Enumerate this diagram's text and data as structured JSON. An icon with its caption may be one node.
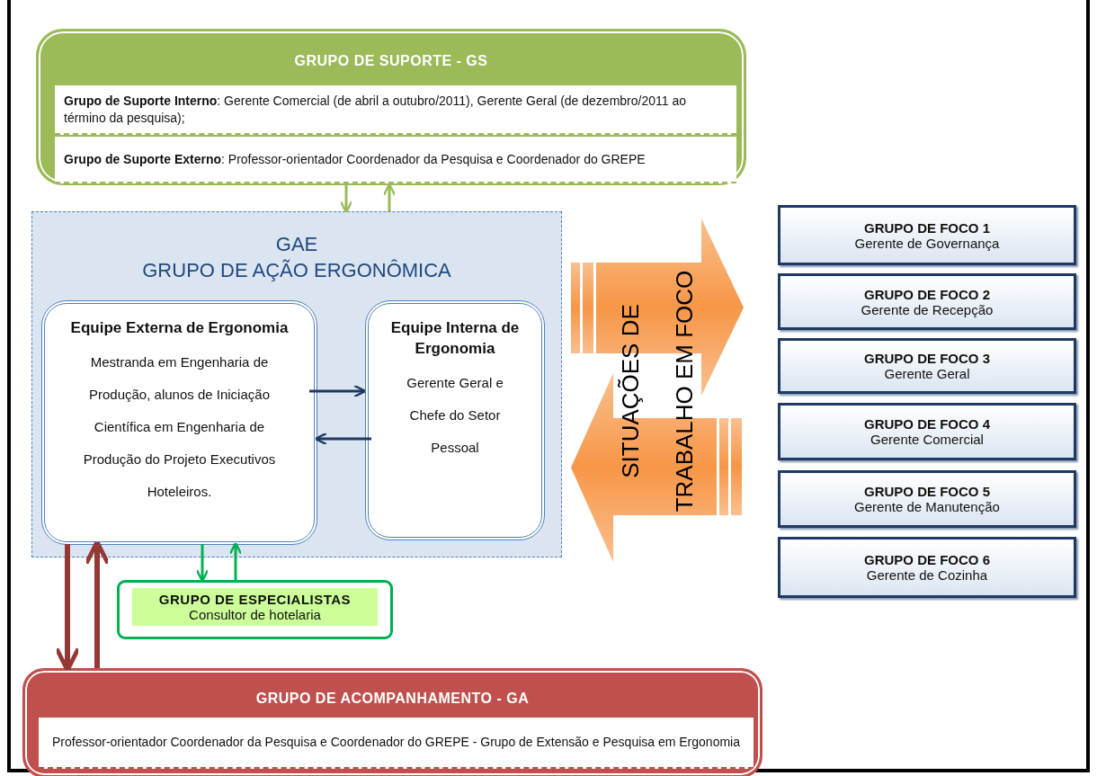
{
  "diagram": {
    "nodes": [
      {
        "text": [
          "GRUPO DE SUPORTE - GS"
        ]
      },
      {
        "text": [
          "**Grupo de Suporte Interno**: Gerente Comercial (de abril a outubro/2011), Gerente Geral (de dezembro/2011 ao término da pesquisa);"
        ],
        "in": 0
      },
      {
        "text": [
          "**Grupo de Suporte Externo**: Professor-orientador Coordenador da Pesquisa e Coordenador do GREPE"
        ],
        "in": 0
      },
      {
        "text": [
          "GAE",
          "GRUPO DE AÇÃO ERGONÔMICA"
        ]
      },
      {
        "text": [
          "Equipe Externa de Ergonomia",
          "Mestranda em Engenharia de Produção, alunos de Iniciação Científica em Engenharia de Produção do Projeto Executivos Hoteleiros."
        ],
        "in": 3
      },
      {
        "text": [
          "Equipe Interna de Ergonomia",
          "Gerente Geral e Chefe do Setor Pessoal"
        ],
        "in": 3
      },
      {
        "text": [
          "GRUPO DE ESPECIALISTAS",
          "Consultor de hotelaria"
        ]
      },
      {
        "text": [
          "GRUPO DE ACOMPANHAMENTO - GA"
        ]
      },
      {
        "text": [
          "Professor-orientador Coordenador da Pesquisa e Coordenador do GREPE - Grupo de Extensão e Pesquisa em Ergonomia"
        ],
        "in": 7
      },
      {
        "text": [
          "SITUAÇÕES DE TRABALHO EM FOCO"
        ]
      },
      {
        "text": [
          "GRUPO DE FOCO 1",
          "Gerente de Governança"
        ]
      },
      {
        "text": [
          "GRUPO DE FOCO 2",
          "Gerente de Recepção"
        ]
      },
      {
        "text": [
          "GRUPO DE FOCO 3",
          "Gerente Geral"
        ]
      },
      {
        "text": [
          "GRUPO DE FOCO 4",
          "Gerente Comercial"
        ]
      },
      {
        "text": [
          "GRUPO DE FOCO 5",
          "Gerente de Manutenção"
        ]
      },
      {
        "text": [
          "GRUPO DE FOCO 6",
          "Gerente de Cozinha"
        ]
      }
    ],
    "edges": [
      {
        "from": 0,
        "to": 3,
        "arrow": "to",
        "color": "#9bbb59"
      },
      {
        "from": 3,
        "to": 0,
        "arrow": "to",
        "color": "#9bbb59"
      },
      {
        "from": 4,
        "to": 5,
        "arrow": "to",
        "color": "#1f3864"
      },
      {
        "from": 5,
        "to": 4,
        "arrow": "to",
        "color": "#1f3864"
      },
      {
        "from": 4,
        "to": 6,
        "arrow": "to",
        "color": "#00b050"
      },
      {
        "from": 6,
        "to": 4,
        "arrow": "to",
        "color": "#00b050"
      },
      {
        "from": 4,
        "to": 7,
        "arrow": "to",
        "style": "thick",
        "color": "#953735"
      },
      {
        "from": 7,
        "to": 4,
        "arrow": "to",
        "style": "thick",
        "color": "#953735"
      }
    ]
  }
}
